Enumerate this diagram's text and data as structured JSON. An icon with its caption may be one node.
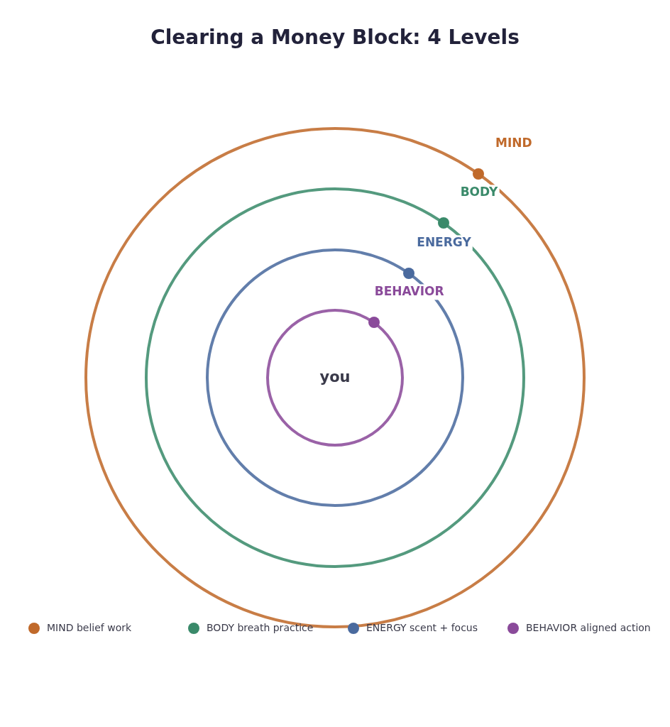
{
  "diagram": {
    "title": "Clearing a Money Block: 4 Levels",
    "nodes": [
      {
        "text": [
          "MIND"
        ]
      },
      {
        "text": [
          "BODY"
        ],
        "in": 0
      },
      {
        "text": [
          "ENERGY"
        ],
        "in": 1
      },
      {
        "text": [
          "BEHAVIOR"
        ],
        "in": 2
      },
      {
        "text": [
          "you"
        ],
        "in": 3
      }
    ],
    "legend": [
      {
        "text": "MIND belief work",
        "color": "#c0692a"
      },
      {
        "text": "BODY breath practice",
        "color": "#3a8a6a"
      },
      {
        "text": "ENERGY scent + focus",
        "color": "#4a6a9e"
      },
      {
        "text": "BEHAVIOR aligned action",
        "color": "#8a4a9a"
      }
    ]
  }
}
